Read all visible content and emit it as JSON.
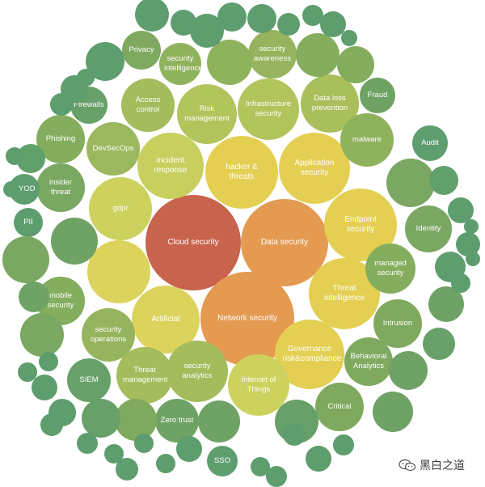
{
  "watermark": {
    "text": "黑白之道",
    "icon": "wechat-icon"
  },
  "colors": {
    "core_red": "#c8634d",
    "orange": "#e49a51",
    "yellow": "#e4cf52",
    "yellow_green": "#cdd25e",
    "olive": "#a4bc5c",
    "green": "#84ad5e",
    "teal": "#5d9d6e"
  },
  "bubbles": [
    {
      "label": "Cloud security",
      "color": "#c8634d"
    },
    {
      "label": "Data security",
      "color": "#e49a51"
    },
    {
      "label": "Network security",
      "color": "#e49a51"
    },
    {
      "label": "hacker & threats",
      "color": "#e4cf52"
    },
    {
      "label": "Application security",
      "color": "#e4cf52"
    },
    {
      "label": "Endpoint security",
      "color": "#e4cf52"
    },
    {
      "label": "Threat intelligence",
      "color": "#e4cf52"
    },
    {
      "label": "Governance risk&compliance",
      "color": "#e4cf52"
    },
    {
      "label": "Internet of Things",
      "color": "#cdd25e"
    },
    {
      "label": "Artificial",
      "color": "#dcd35c"
    },
    {
      "label": "",
      "color": "#dcd35c"
    },
    {
      "label": "gdpr",
      "color": "#cdd25e"
    },
    {
      "label": "incident response",
      "color": "#c8cf5e"
    },
    {
      "label": "Risk management",
      "color": "#b2c45c"
    },
    {
      "label": "Infrastructure security",
      "color": "#b2c45c"
    },
    {
      "label": "Data loss prevention",
      "color": "#a8bf5c"
    },
    {
      "label": "Access control",
      "color": "#a4bc5c"
    },
    {
      "label": "DevSecOps",
      "color": "#9bb85e"
    },
    {
      "label": "security analytics",
      "color": "#a4bc5c"
    },
    {
      "label": "Threat management",
      "color": "#a4bc5c"
    },
    {
      "label": "security operations",
      "color": "#95b45d"
    },
    {
      "label": "malware",
      "color": "#8fb25d"
    },
    {
      "label": "managed security",
      "color": "#84ad5e"
    },
    {
      "label": "Intrusion",
      "color": "#7fa95f"
    },
    {
      "label": "Behavioral Analytics",
      "color": "#7fa95f"
    },
    {
      "label": "Critical",
      "color": "#7fa95f"
    },
    {
      "label": "Identity",
      "color": "#7aa862"
    },
    {
      "label": "Phishing",
      "color": "#84ad5e"
    },
    {
      "label": "insider threat",
      "color": "#7aa862"
    },
    {
      "label": "mobile security",
      "color": "#84ad5e"
    },
    {
      "label": "Zero trust",
      "color": "#6fa365"
    },
    {
      "label": "SIEM",
      "color": "#67a068"
    },
    {
      "label": "security intelligence",
      "color": "#8fb25d"
    },
    {
      "label": "security awareness",
      "color": "#95b45d"
    },
    {
      "label": "Privacy",
      "color": "#7fa95f"
    },
    {
      "label": "Firewalls",
      "color": "#67a068"
    },
    {
      "label": "Fraud",
      "color": "#6fa365"
    },
    {
      "label": "Audit",
      "color": "#5d9d6e"
    },
    {
      "label": "BYOD",
      "color": "#5d9d6e"
    },
    {
      "label": "PII",
      "color": "#5d9d6e"
    },
    {
      "label": "SSO",
      "color": "#5d9d6e"
    },
    {
      "label": "",
      "color": "#8fb25d"
    },
    {
      "label": "",
      "color": "#84ad5e"
    },
    {
      "label": "",
      "color": "#84ad5e"
    },
    {
      "label": "",
      "color": "#7aa862"
    },
    {
      "label": "",
      "color": "#7aa862"
    },
    {
      "label": "",
      "color": "#6fa365"
    },
    {
      "label": "",
      "color": "#6fa365"
    },
    {
      "label": "",
      "color": "#7aa862"
    },
    {
      "label": "",
      "color": "#6fa365"
    },
    {
      "label": "",
      "color": "#7fa95f"
    },
    {
      "label": "",
      "color": "#6fa365"
    },
    {
      "label": "",
      "color": "#67a068"
    },
    {
      "label": "",
      "color": "#6fa365"
    },
    {
      "label": "",
      "color": "#6fa365"
    },
    {
      "label": "",
      "color": "#67a068"
    },
    {
      "label": "",
      "color": "#67a068"
    },
    {
      "label": "",
      "color": "#62a06b"
    },
    {
      "label": "",
      "color": "#62a06b"
    },
    {
      "label": "",
      "color": "#5d9d6e"
    },
    {
      "label": "",
      "color": "#5d9d6e"
    },
    {
      "label": "",
      "color": "#5d9d6e"
    },
    {
      "label": "",
      "color": "#5d9d6e"
    },
    {
      "label": "",
      "color": "#5d9d6e"
    },
    {
      "label": "",
      "color": "#5d9d6e"
    },
    {
      "label": "",
      "color": "#5d9d6e"
    },
    {
      "label": "",
      "color": "#5d9d6e"
    },
    {
      "label": "",
      "color": "#5d9d6e"
    },
    {
      "label": "",
      "color": "#5d9d6e"
    },
    {
      "label": "",
      "color": "#5d9d6e"
    },
    {
      "label": "",
      "color": "#5d9d6e"
    },
    {
      "label": "",
      "color": "#5d9d6e"
    },
    {
      "label": "",
      "color": "#5d9d6e"
    },
    {
      "label": "",
      "color": "#5d9d6e"
    },
    {
      "label": "",
      "color": "#5d9d6e"
    },
    {
      "label": "",
      "color": "#5d9d6e"
    },
    {
      "label": "",
      "color": "#5d9d6e"
    },
    {
      "label": "",
      "color": "#5d9d6e"
    },
    {
      "label": "",
      "color": "#5d9d6e"
    },
    {
      "label": "",
      "color": "#5d9d6e"
    },
    {
      "label": "",
      "color": "#5d9d6e"
    },
    {
      "label": "",
      "color": "#5d9d6e"
    },
    {
      "label": "",
      "color": "#5d9d6e"
    },
    {
      "label": "",
      "color": "#5d9d6e"
    },
    {
      "label": "",
      "color": "#5d9d6e"
    },
    {
      "label": "",
      "color": "#5d9d6e"
    },
    {
      "label": "",
      "color": "#5d9d6e"
    },
    {
      "label": "",
      "color": "#5d9d6e"
    },
    {
      "label": "",
      "color": "#5d9d6e"
    },
    {
      "label": "",
      "color": "#5d9d6e"
    },
    {
      "label": "",
      "color": "#5d9d6e"
    },
    {
      "label": "",
      "color": "#5d9d6e"
    },
    {
      "label": "",
      "color": "#5d9d6e"
    },
    {
      "label": "",
      "color": "#5d9d6e"
    },
    {
      "label": "",
      "color": "#5d9d6e"
    },
    {
      "label": "",
      "color": "#5d9d6e"
    }
  ]
}
